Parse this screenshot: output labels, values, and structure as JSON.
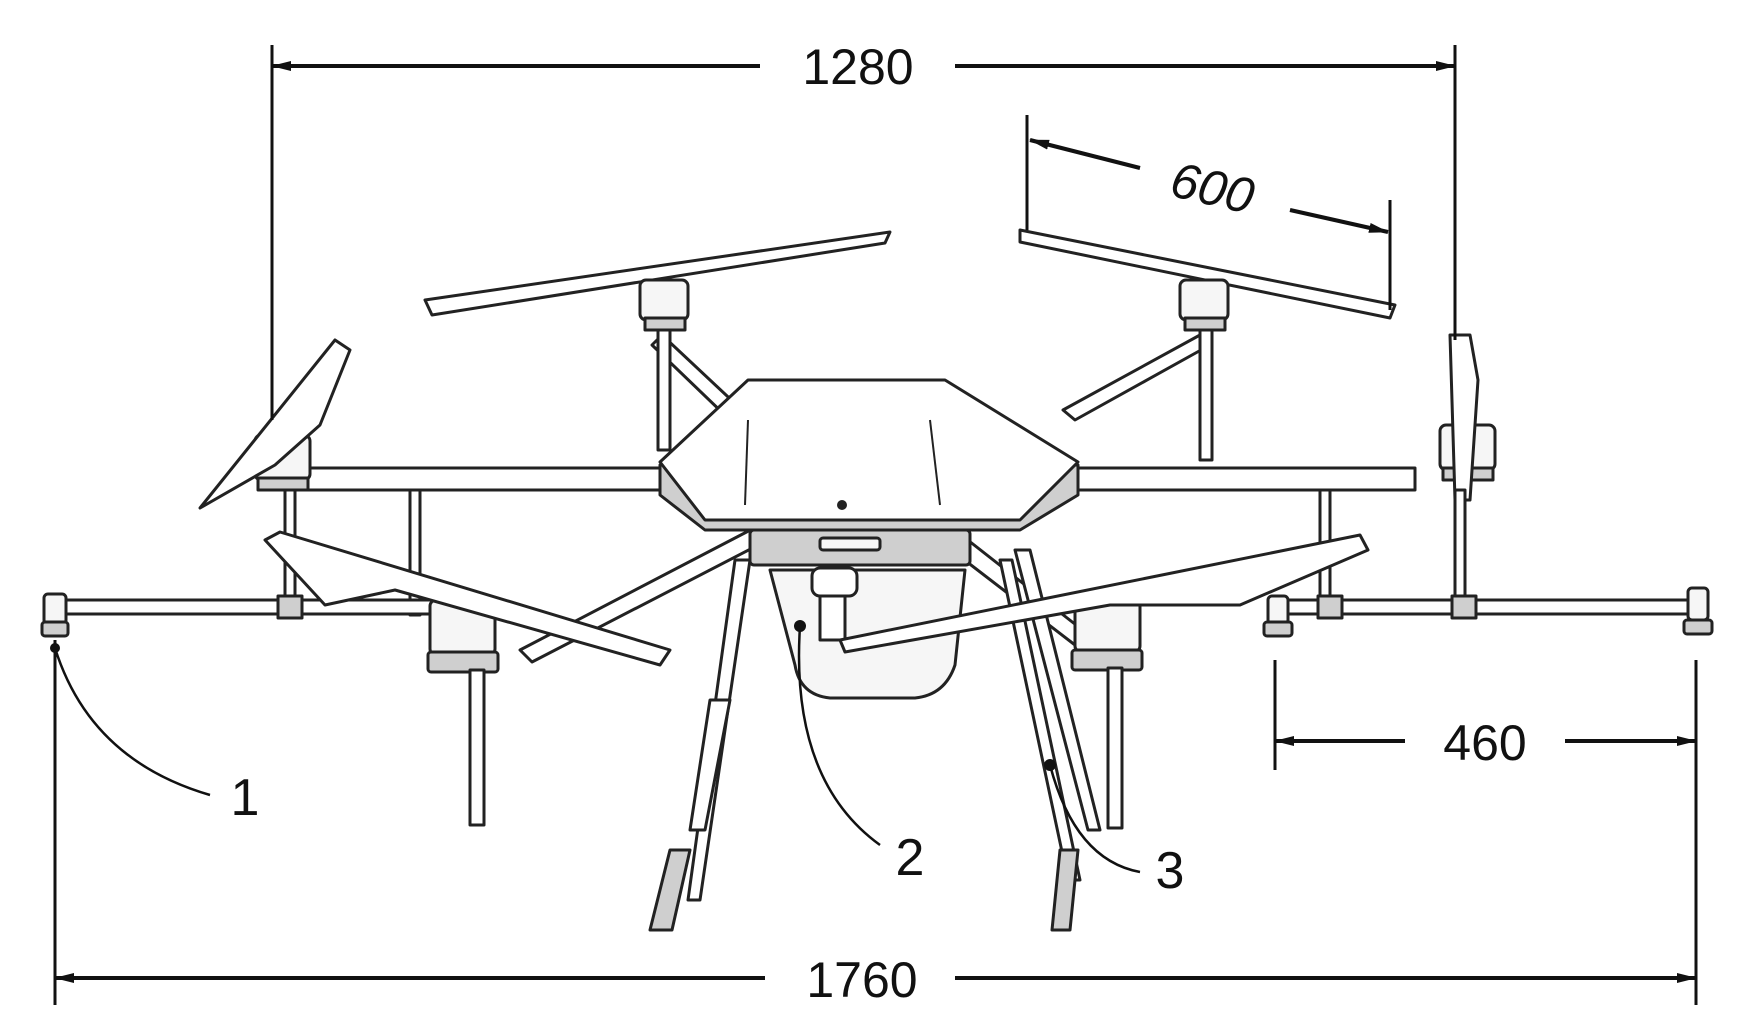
{
  "dimensions": {
    "top_width": "1280",
    "rotor_span": "600",
    "nozzle_spacing": "460",
    "overall_width": "1760"
  },
  "callouts": {
    "nozzle": "1",
    "tank": "2",
    "landing_gear": "3"
  }
}
